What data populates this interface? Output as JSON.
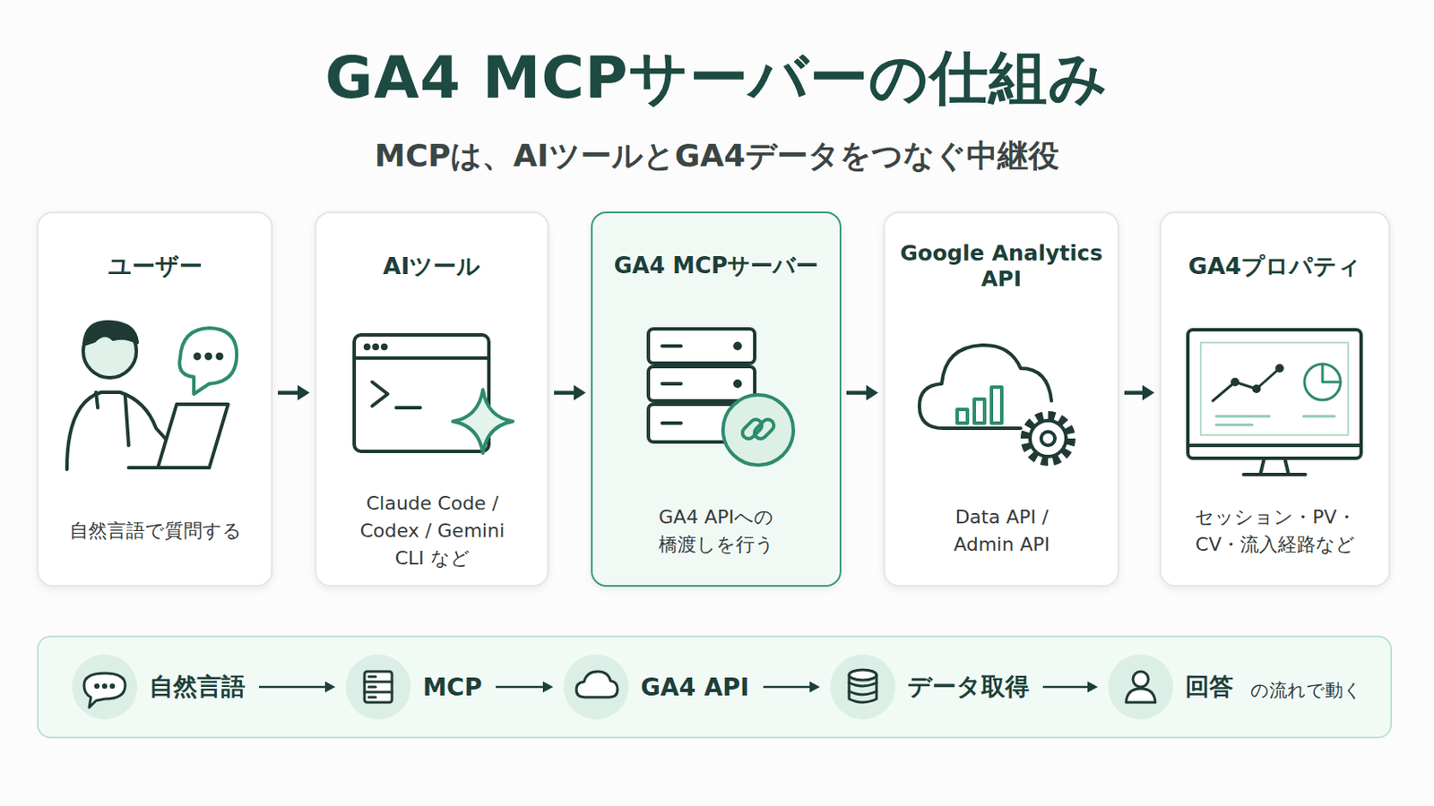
{
  "diagram": {
    "title": "GA4 MCPサーバーの仕組み",
    "nodes": [
      {
        "text": [
          "ユーザー",
          "自然言語で質問する"
        ]
      },
      {
        "text": [
          "AIツール",
          "Claude Code / Codex / Gemini CLI など"
        ]
      },
      {
        "text": [
          "GA4 MCPサーバー",
          "GA4 APIへの 橋渡しを行う"
        ]
      },
      {
        "text": [
          "Google Analytics API",
          "Data API / Admin API"
        ]
      },
      {
        "text": [
          "GA4プロパティ",
          "セッション・PV・ CV・流入経路など"
        ]
      },
      {
        "text": [
          "の流れで動く"
        ]
      },
      {
        "text": [
          "自然言語"
        ],
        "in": 5
      },
      {
        "text": [
          "MCP"
        ],
        "in": 5
      },
      {
        "text": [
          "GA4 API"
        ],
        "in": 5
      },
      {
        "text": [
          "データ取得"
        ],
        "in": 5
      },
      {
        "text": [
          "回答"
        ],
        "in": 5
      }
    ],
    "edges": [
      {
        "from": 0,
        "to": 1,
        "arrow": "to"
      },
      {
        "from": 1,
        "to": 2,
        "arrow": "to"
      },
      {
        "from": 2,
        "to": 3,
        "arrow": "to"
      },
      {
        "from": 3,
        "to": 4,
        "arrow": "to"
      },
      {
        "from": 6,
        "to": 7,
        "arrow": "to"
      },
      {
        "from": 7,
        "to": 8,
        "arrow": "to"
      },
      {
        "from": 8,
        "to": 9,
        "arrow": "to"
      },
      {
        "from": 9,
        "to": 10,
        "arrow": "to"
      }
    ],
    "labels": [
      "MCPは、AIツールとGA4データをつなぐ中継役"
    ]
  }
}
